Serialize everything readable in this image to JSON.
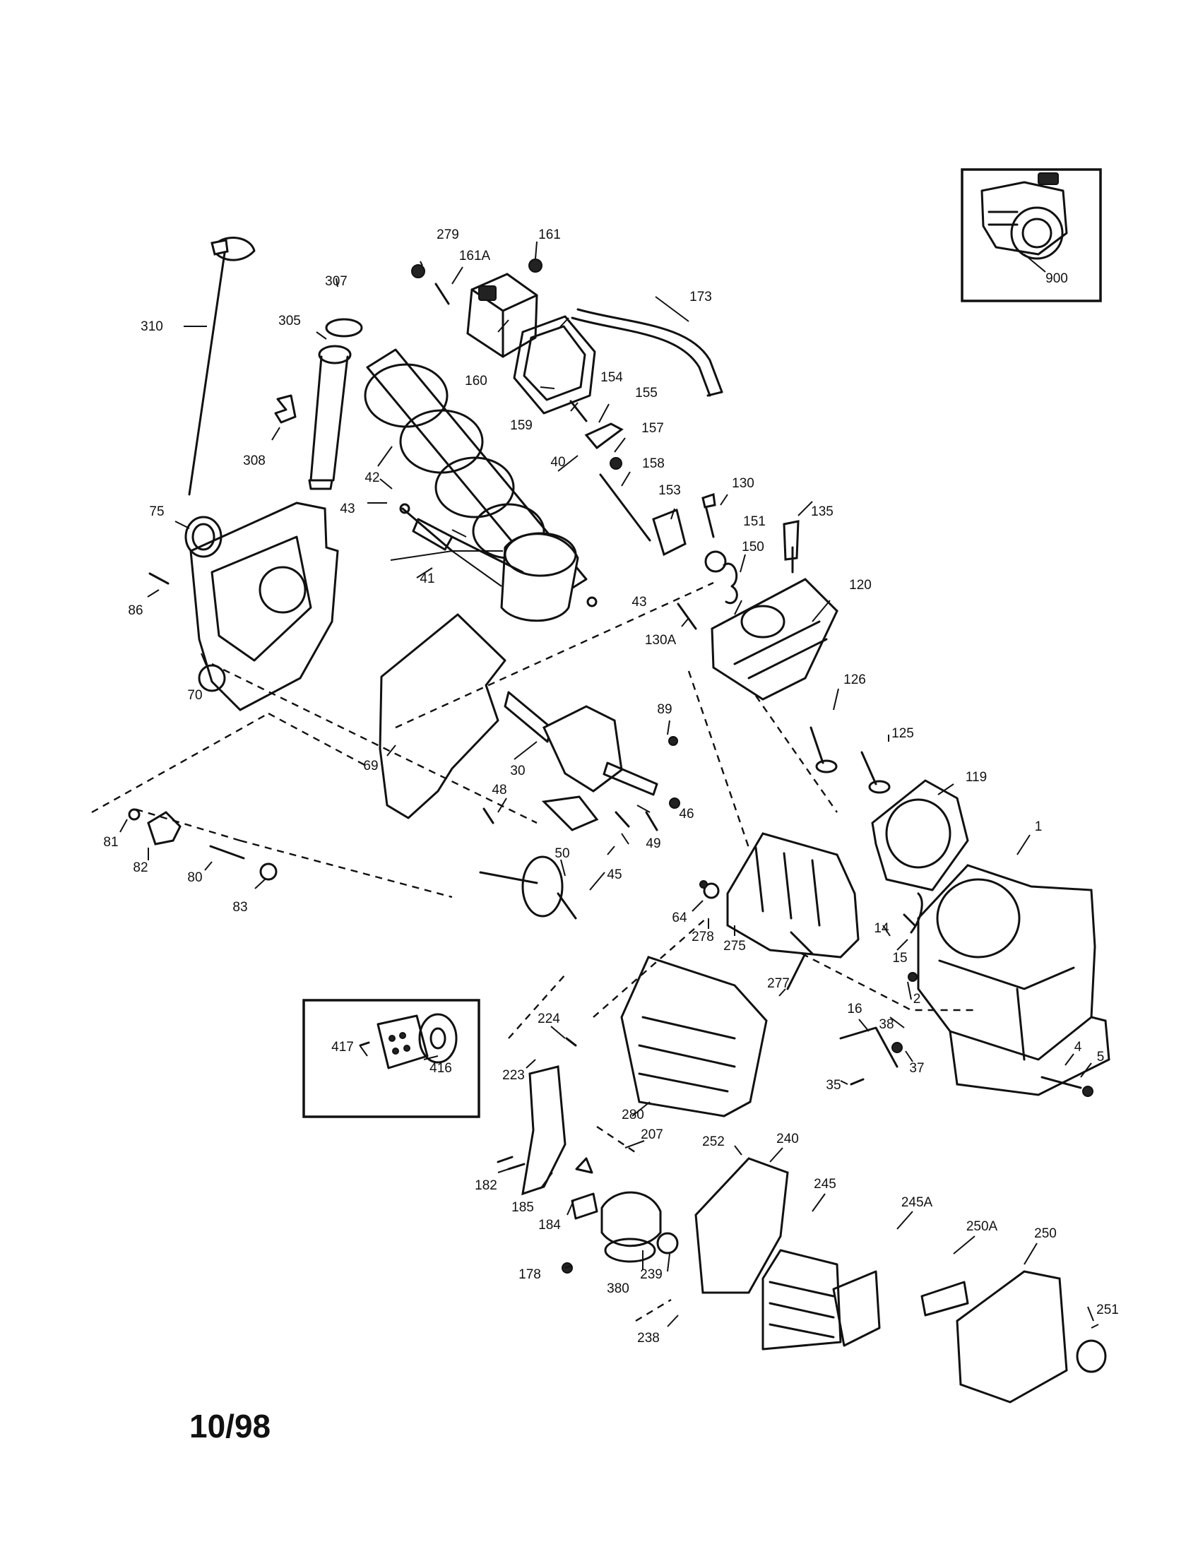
{
  "diagram": {
    "date_code": "10/98",
    "callouts": [
      "310",
      "305",
      "307",
      "308",
      "279",
      "161A",
      "161",
      "160",
      "159",
      "173",
      "154",
      "155",
      "157",
      "158",
      "42",
      "40",
      "43",
      "41",
      "75",
      "86",
      "70",
      "69",
      "30",
      "89",
      "153",
      "130",
      "151",
      "135",
      "150",
      "130A",
      "120",
      "126",
      "125",
      "119",
      "1",
      "48",
      "46",
      "49",
      "45",
      "81",
      "82",
      "80",
      "83",
      "50",
      "64",
      "278",
      "275",
      "14",
      "15",
      "277",
      "2",
      "16",
      "38",
      "37",
      "35",
      "4",
      "5",
      "224",
      "223",
      "280",
      "417",
      "416",
      "207",
      "182",
      "185",
      "184",
      "380",
      "178",
      "239",
      "252",
      "240",
      "245",
      "245A",
      "250A",
      "250",
      "251",
      "238",
      "900"
    ]
  }
}
